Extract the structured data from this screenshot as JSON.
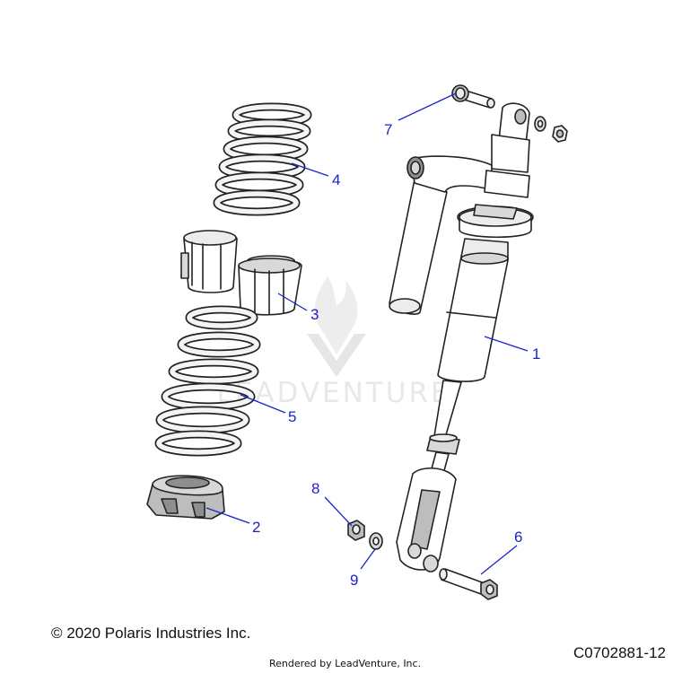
{
  "watermark": {
    "text": "LEADVENTURE"
  },
  "parts": [
    {
      "number": "1",
      "name": "shock-absorber"
    },
    {
      "number": "2",
      "name": "spring-retainer"
    },
    {
      "number": "3",
      "name": "spring-slider"
    },
    {
      "number": "4",
      "name": "upper-spring"
    },
    {
      "number": "5",
      "name": "lower-spring"
    },
    {
      "number": "6",
      "name": "lower-bolt"
    },
    {
      "number": "7",
      "name": "upper-bolt"
    },
    {
      "number": "8",
      "name": "lock-nut"
    },
    {
      "number": "9",
      "name": "washer"
    }
  ],
  "footer": {
    "copyright": "© 2020 Polaris Industries Inc.",
    "rendered_by": "Rendered by LeadVenture, Inc.",
    "diagram_code": "C0702881-12"
  }
}
